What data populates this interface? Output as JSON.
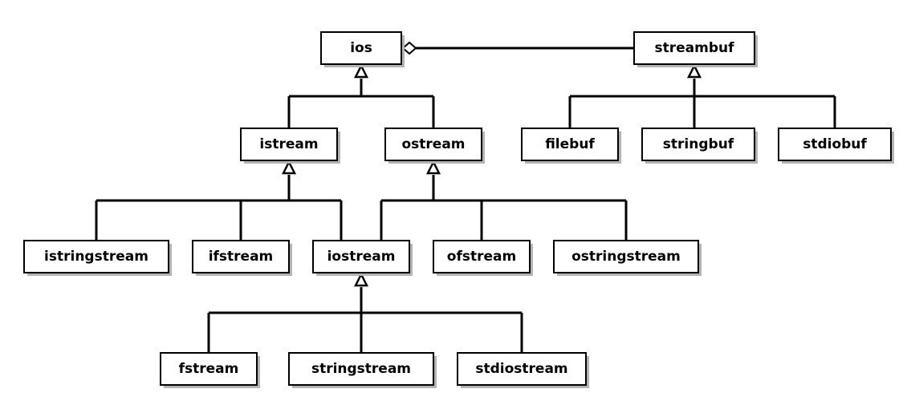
{
  "diagram": {
    "nodes": {
      "ios": "ios",
      "streambuf": "streambuf",
      "istream": "istream",
      "ostream": "ostream",
      "filebuf": "filebuf",
      "stringbuf": "stringbuf",
      "stdiobuf": "stdiobuf",
      "istringstream": "istringstream",
      "ifstream": "ifstream",
      "iostream": "iostream",
      "ofstream": "ofstream",
      "ostringstream": "ostringstream",
      "fstream": "fstream",
      "stringstream": "stringstream",
      "stdiostream": "stdiostream"
    },
    "inheritance": [
      {
        "parent": "ios",
        "children": [
          "istream",
          "ostream"
        ]
      },
      {
        "parent": "streambuf",
        "children": [
          "filebuf",
          "stringbuf",
          "stdiobuf"
        ]
      },
      {
        "parent": "istream",
        "children": [
          "istringstream",
          "ifstream",
          "iostream"
        ]
      },
      {
        "parent": "ostream",
        "children": [
          "iostream",
          "ofstream",
          "ostringstream"
        ]
      },
      {
        "parent": "iostream",
        "children": [
          "fstream",
          "stringstream",
          "stdiostream"
        ]
      }
    ],
    "aggregation": [
      {
        "whole": "ios",
        "part": "streambuf"
      }
    ]
  }
}
